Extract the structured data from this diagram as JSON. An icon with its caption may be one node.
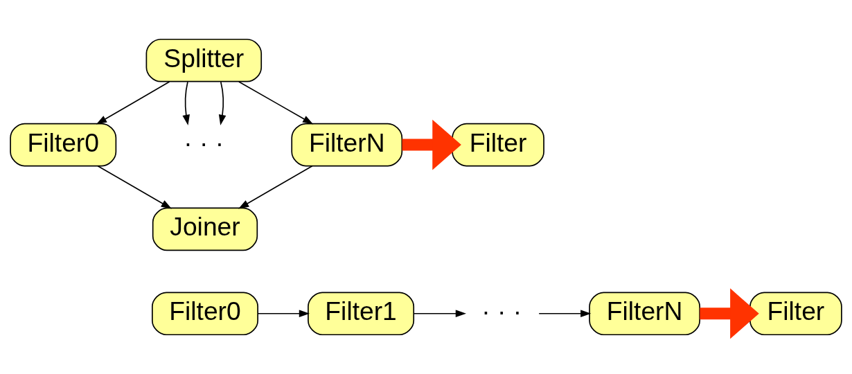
{
  "diagram": {
    "nodes": [
      {
        "text": [
          "Splitter"
        ]
      },
      {
        "text": [
          "Filter0"
        ]
      },
      {
        "text": [
          "· · ·"
        ]
      },
      {
        "text": [
          "FilterN"
        ]
      },
      {
        "text": [
          "Joiner"
        ]
      },
      {
        "text": [
          "Filter"
        ]
      },
      {
        "text": [
          "Filter0"
        ]
      },
      {
        "text": [
          "Filter1"
        ]
      },
      {
        "text": [
          "· · ·"
        ]
      },
      {
        "text": [
          "FilterN"
        ]
      },
      {
        "text": [
          "Filter"
        ]
      }
    ],
    "edges": [
      {
        "from": 0,
        "to": 1,
        "arrow": "to"
      },
      {
        "from": 0,
        "to": 2,
        "arrow": "to"
      },
      {
        "from": 0,
        "to": 2,
        "arrow": "to"
      },
      {
        "from": 0,
        "to": 3,
        "arrow": "to"
      },
      {
        "from": 1,
        "to": 4,
        "arrow": "to"
      },
      {
        "from": 3,
        "to": 4,
        "arrow": "to"
      },
      {
        "from": 3,
        "to": 5,
        "arrow": "to",
        "style": "thick",
        "color": "#ff3300"
      },
      {
        "from": 6,
        "to": 7,
        "arrow": "to"
      },
      {
        "from": 7,
        "to": 8,
        "arrow": "to"
      },
      {
        "from": 8,
        "to": 9,
        "arrow": "to"
      },
      {
        "from": 9,
        "to": 10,
        "arrow": "to",
        "style": "thick",
        "color": "#ff3300"
      }
    ]
  }
}
